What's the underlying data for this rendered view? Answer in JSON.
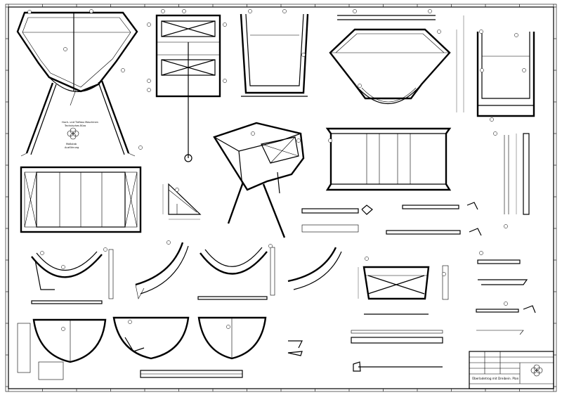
{
  "sheet": {
    "background": "#ffffff",
    "ink": "#000000"
  },
  "title_block": {
    "description": "Überladetrog mit Dreibein. Plan",
    "drawing_number": "",
    "logo": "quatrefoil-logo"
  },
  "views": [
    {
      "name": "front-view-tripod"
    },
    {
      "name": "side-view-frame"
    },
    {
      "name": "section-view-u"
    },
    {
      "name": "top-section-trough"
    },
    {
      "name": "side-view-right"
    },
    {
      "name": "isometric-view"
    },
    {
      "name": "top-view-frame"
    },
    {
      "name": "plan-view-trough"
    },
    {
      "name": "detail-rib-parts"
    },
    {
      "name": "detail-bracket-views"
    },
    {
      "name": "detail-cover-views"
    }
  ]
}
